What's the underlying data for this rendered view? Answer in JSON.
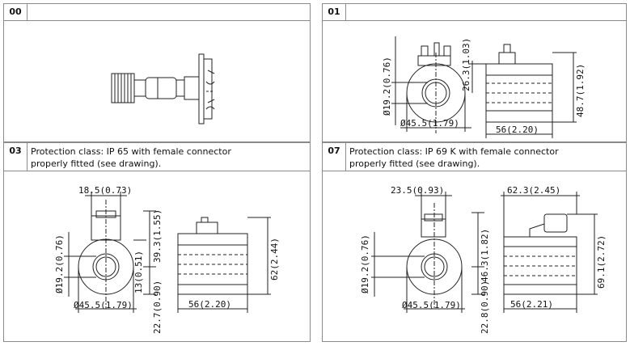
{
  "panels": [
    {
      "code": "00",
      "desc": [
        "",
        ""
      ]
    },
    {
      "code": "01",
      "desc": [
        "",
        ""
      ]
    },
    {
      "code": "03",
      "desc": [
        "Protection class: IP 65 with female connector",
        "properly fitted (see drawing)."
      ]
    },
    {
      "code": "07",
      "desc": [
        "Protection class:  IP 69 K with female connector",
        "properly fitted (see drawing)."
      ]
    }
  ],
  "dims": {
    "p01": {
      "dia_bore": "Ø19.2(0.76)",
      "height_top": "26.3(1.03)",
      "dia_outer": "Ø45.5(1.79)",
      "width": "56(2.20)",
      "height_total": "48.7(1.92)"
    },
    "p03": {
      "conn_width": "18.5(0.73)",
      "conn_height": "39.3(1.55)",
      "dia_bore": "Ø19.2(0.76)",
      "offset": "13(0.51)",
      "below": "22.7(0.90)",
      "dia_outer": "Ø45.5(1.79)",
      "width": "56(2.20)",
      "height_total": "62(2.44)"
    },
    "p07": {
      "conn_width": "23.5(0.93)",
      "conn_height": "46.3(1.82)",
      "dia_bore": "Ø19.2(0.76)",
      "below": "22.8(0.90)",
      "dia_outer": "Ø45.5(1.79)",
      "top_width": "62.3(2.45)",
      "width": "56(2.21)",
      "height_total": "69.1(2.72)"
    }
  }
}
